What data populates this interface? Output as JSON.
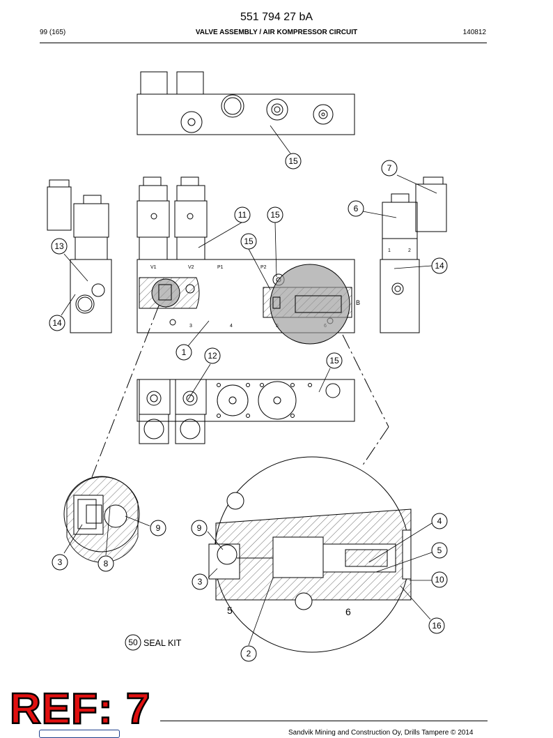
{
  "header": {
    "doc_number": "551 794 27 bA",
    "page": "99 (165)",
    "title": "VALVE ASSEMBLY / AIR KOMPRESSOR CIRCUIT",
    "date": "140812"
  },
  "ports": {
    "v1": "V1",
    "v2": "V2",
    "p1": "P1",
    "p2": "P2",
    "n3": "3",
    "n4": "4",
    "n5": "5",
    "n6": "6",
    "b": "B",
    "c1": "1",
    "c2": "2",
    "big5": "5",
    "big6": "6"
  },
  "callouts": [
    "15",
    "7",
    "6",
    "11",
    "15",
    "15",
    "14",
    "13",
    "14",
    "1",
    "12",
    "15",
    "9",
    "3",
    "8",
    "9",
    "3",
    "4",
    "5",
    "10",
    "16",
    "2",
    "50"
  ],
  "seal_kit": "SEAL KIT",
  "stamp": "REF: 7",
  "footer": "Sandvik Mining and Construction Oy, Drills Tampere © 2014"
}
